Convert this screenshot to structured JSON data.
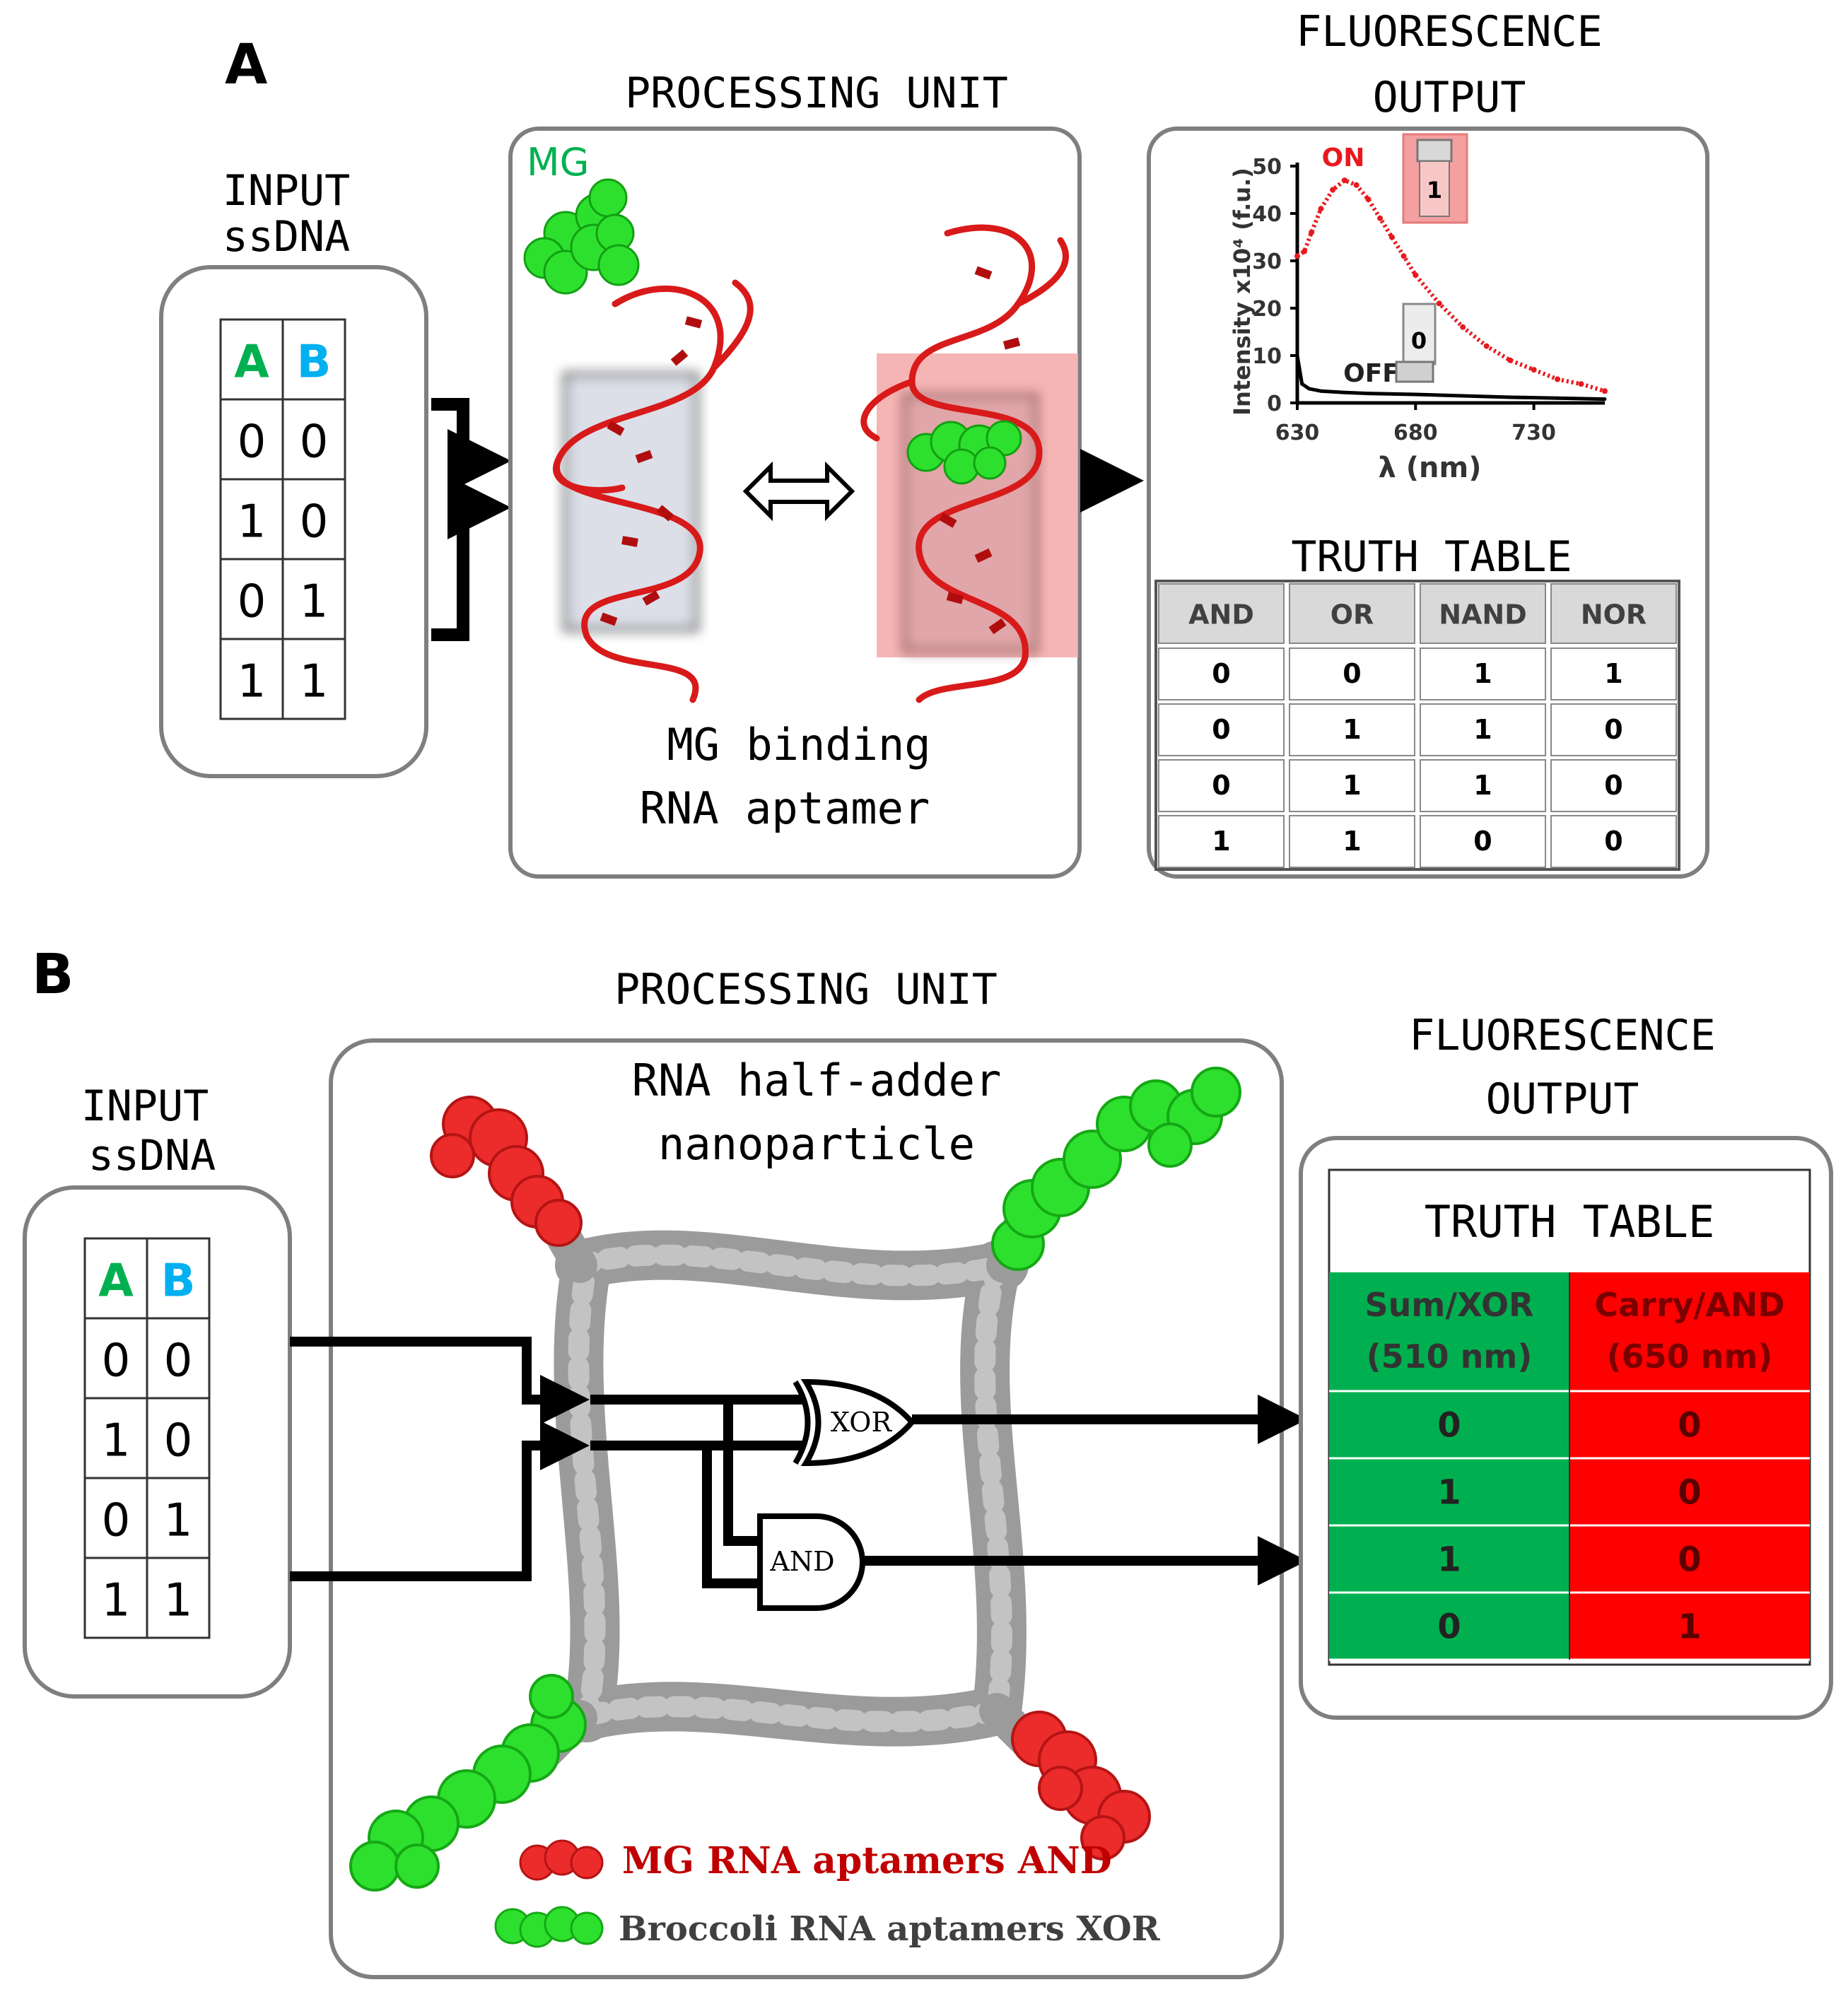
{
  "panel_a": {
    "letter": "A",
    "input": {
      "title_line1": "INPUT",
      "title_line2": "ssDNA",
      "header_a": "A",
      "header_b": "B",
      "rows": [
        [
          "0",
          "0"
        ],
        [
          "1",
          "0"
        ],
        [
          "0",
          "1"
        ],
        [
          "1",
          "1"
        ]
      ]
    },
    "processing": {
      "title": "PROCESSING UNIT",
      "mg_label": "MG",
      "caption_line1": "MG binding",
      "caption_line2": "RNA aptamer"
    },
    "output": {
      "title_line1": "FLUORESCENCE",
      "title_line2": "OUTPUT",
      "truth_table_title": "TRUTH TABLE",
      "columns": [
        "AND",
        "OR",
        "NAND",
        "NOR"
      ],
      "rows": [
        [
          "0",
          "0",
          "1",
          "1"
        ],
        [
          "0",
          "1",
          "1",
          "0"
        ],
        [
          "0",
          "1",
          "1",
          "0"
        ],
        [
          "1",
          "1",
          "0",
          "0"
        ]
      ]
    }
  },
  "chart_data": {
    "type": "line",
    "xlabel": "λ (nm)",
    "ylabel": "Intensity x10⁴ (f.u.)",
    "xlim": [
      630,
      760
    ],
    "ylim": [
      0,
      50
    ],
    "x_ticks": [
      "630",
      "680",
      "730"
    ],
    "y_ticks": [
      "0",
      "10",
      "20",
      "30",
      "40",
      "50"
    ],
    "annotations": [
      "ON",
      "OFF",
      "1",
      "0"
    ],
    "series": [
      {
        "name": "ON",
        "color": "#e8191e",
        "x": [
          630,
          633,
          636,
          640,
          645,
          650,
          655,
          660,
          665,
          670,
          675,
          680,
          690,
          700,
          710,
          720,
          730,
          740,
          750,
          760
        ],
        "y": [
          31,
          32,
          36,
          41,
          45,
          47,
          46,
          43,
          39,
          35,
          31,
          27,
          21,
          16,
          12,
          9,
          7,
          5,
          4,
          2.5
        ]
      },
      {
        "name": "OFF",
        "color": "#000000",
        "x": [
          630,
          632,
          635,
          640,
          650,
          660,
          680,
          700,
          720,
          740,
          760
        ],
        "y": [
          10,
          4,
          3,
          2.5,
          2.2,
          2,
          1.8,
          1.5,
          1.2,
          1,
          0.8
        ]
      }
    ]
  },
  "panel_b": {
    "letter": "B",
    "input": {
      "title_line1": "INPUT",
      "title_line2": "ssDNA",
      "header_a": "A",
      "header_b": "B",
      "rows": [
        [
          "0",
          "0"
        ],
        [
          "1",
          "0"
        ],
        [
          "0",
          "1"
        ],
        [
          "1",
          "1"
        ]
      ]
    },
    "processing": {
      "title": "PROCESSING UNIT",
      "subtitle_line1": "RNA half-adder",
      "subtitle_line2": "nanoparticle",
      "gate_xor": "XOR",
      "gate_and": "AND",
      "legend_mg": "MG RNA aptamers AND",
      "legend_broccoli": "Broccoli RNA aptamers XOR"
    },
    "output": {
      "title_line1": "FLUORESCENCE",
      "title_line2": "OUTPUT",
      "truth_table_title": "TRUTH TABLE",
      "col1_line1": "Sum/XOR",
      "col1_line2": "(510 nm)",
      "col2_line1": "Carry/AND",
      "col2_line2": "(650 nm)",
      "rows": [
        [
          "0",
          "0"
        ],
        [
          "1",
          "0"
        ],
        [
          "1",
          "0"
        ],
        [
          "0",
          "1"
        ]
      ]
    }
  },
  "colors": {
    "green_label": "#00b050",
    "blue_label": "#00b0f0",
    "red": "#e8191e",
    "aptamer_green": "#2ee02e",
    "table_green": "#00b050",
    "table_red": "#ff0000",
    "box_border": "#7f7f7f"
  }
}
